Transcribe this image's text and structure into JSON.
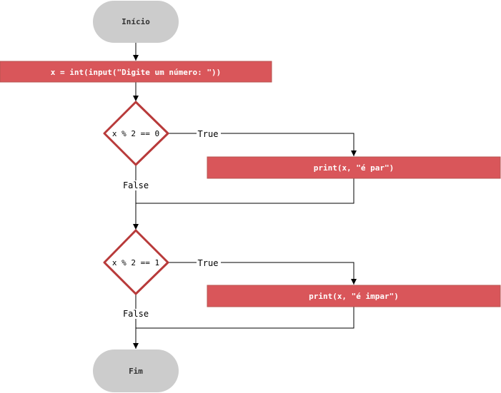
{
  "flowchart": {
    "start": {
      "label": "Início"
    },
    "input_step": {
      "label": "x = int(input(\"Digite um número: \"))"
    },
    "decision_even": {
      "label": "x % 2 == 0",
      "true_label": "True",
      "false_label": "False"
    },
    "print_even": {
      "label": "print(x, \"é par\")"
    },
    "decision_odd": {
      "label": "x % 2 == 1",
      "true_label": "True",
      "false_label": "False"
    },
    "print_odd": {
      "label": "print(x, \"é impar\")"
    },
    "end": {
      "label": "Fim"
    }
  },
  "colors": {
    "terminal_fill": "#cccccc",
    "process_fill": "#d9565a",
    "process_stroke": "#b85450",
    "decision_stroke": "#b83a3a",
    "line": "#000000"
  }
}
